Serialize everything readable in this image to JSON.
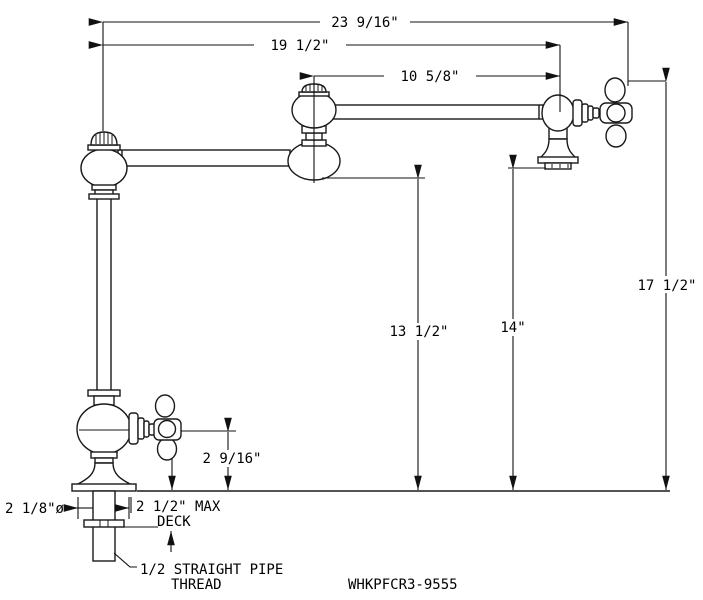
{
  "drawing": {
    "type": "technical-dimension-diagram",
    "subject": "wall/deck mounted articulated pot filler faucet",
    "model_number": "WHKPFCR3-9555",
    "line_color": "#1a1a1a",
    "background_color": "#ffffff",
    "labels": {
      "dim_overall_reach": "23 9/16\"",
      "dim_spout_reach": "19 1/2\"",
      "dim_upper_arm_reach": "10 5/8\"",
      "dim_overall_height": "17 1/2\"",
      "dim_arm_height": "13 1/2\"",
      "dim_outlet_height": "14\"",
      "dim_handle_height": "2 9/16\"",
      "dim_base_diameter": "2 1/8\"ø",
      "deck_note_line1": "2 1/2\" MAX",
      "deck_note_line2": "DECK",
      "thread_note_line1": "1/2 STRAIGHT PIPE",
      "thread_note_line2": "THREAD"
    }
  }
}
